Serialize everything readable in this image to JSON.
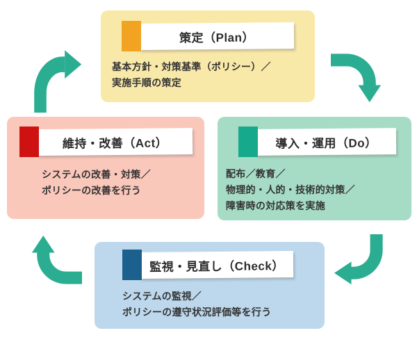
{
  "diagram": {
    "type": "cycle",
    "arrow_color": "#2BAD92",
    "text_color": "#333333"
  },
  "boxes": {
    "plan": {
      "title": "策定（Plan）",
      "body_lines": [
        "基本方針・対策基準（ポリシー）／",
        "実施手順の策定"
      ],
      "bg_color": "#F9E9A9",
      "accent_color": "#F2A322"
    },
    "do": {
      "title": "導入・運用（Do）",
      "body_lines": [
        "配布／教育／",
        "物理的・人的・技術的対策／",
        "障害時の対応策を実施"
      ],
      "bg_color": "#A6DCC6",
      "accent_color": "#17A98C"
    },
    "check": {
      "title": "監視・見直し（Check）",
      "body_lines": [
        "システムの監視／",
        "ポリシーの遵守状況評価等を行う"
      ],
      "bg_color": "#BDD8EC",
      "accent_color": "#1C608E"
    },
    "act": {
      "title": "維持・改善（Act）",
      "body_lines": [
        "システムの改善・対策／",
        "ポリシーの改善を行う"
      ],
      "bg_color": "#FAC7BB",
      "accent_color": "#CE1111"
    }
  },
  "arrows": [
    {
      "from": "act",
      "to": "plan"
    },
    {
      "from": "plan",
      "to": "do"
    },
    {
      "from": "do",
      "to": "check"
    },
    {
      "from": "check",
      "to": "act"
    }
  ]
}
